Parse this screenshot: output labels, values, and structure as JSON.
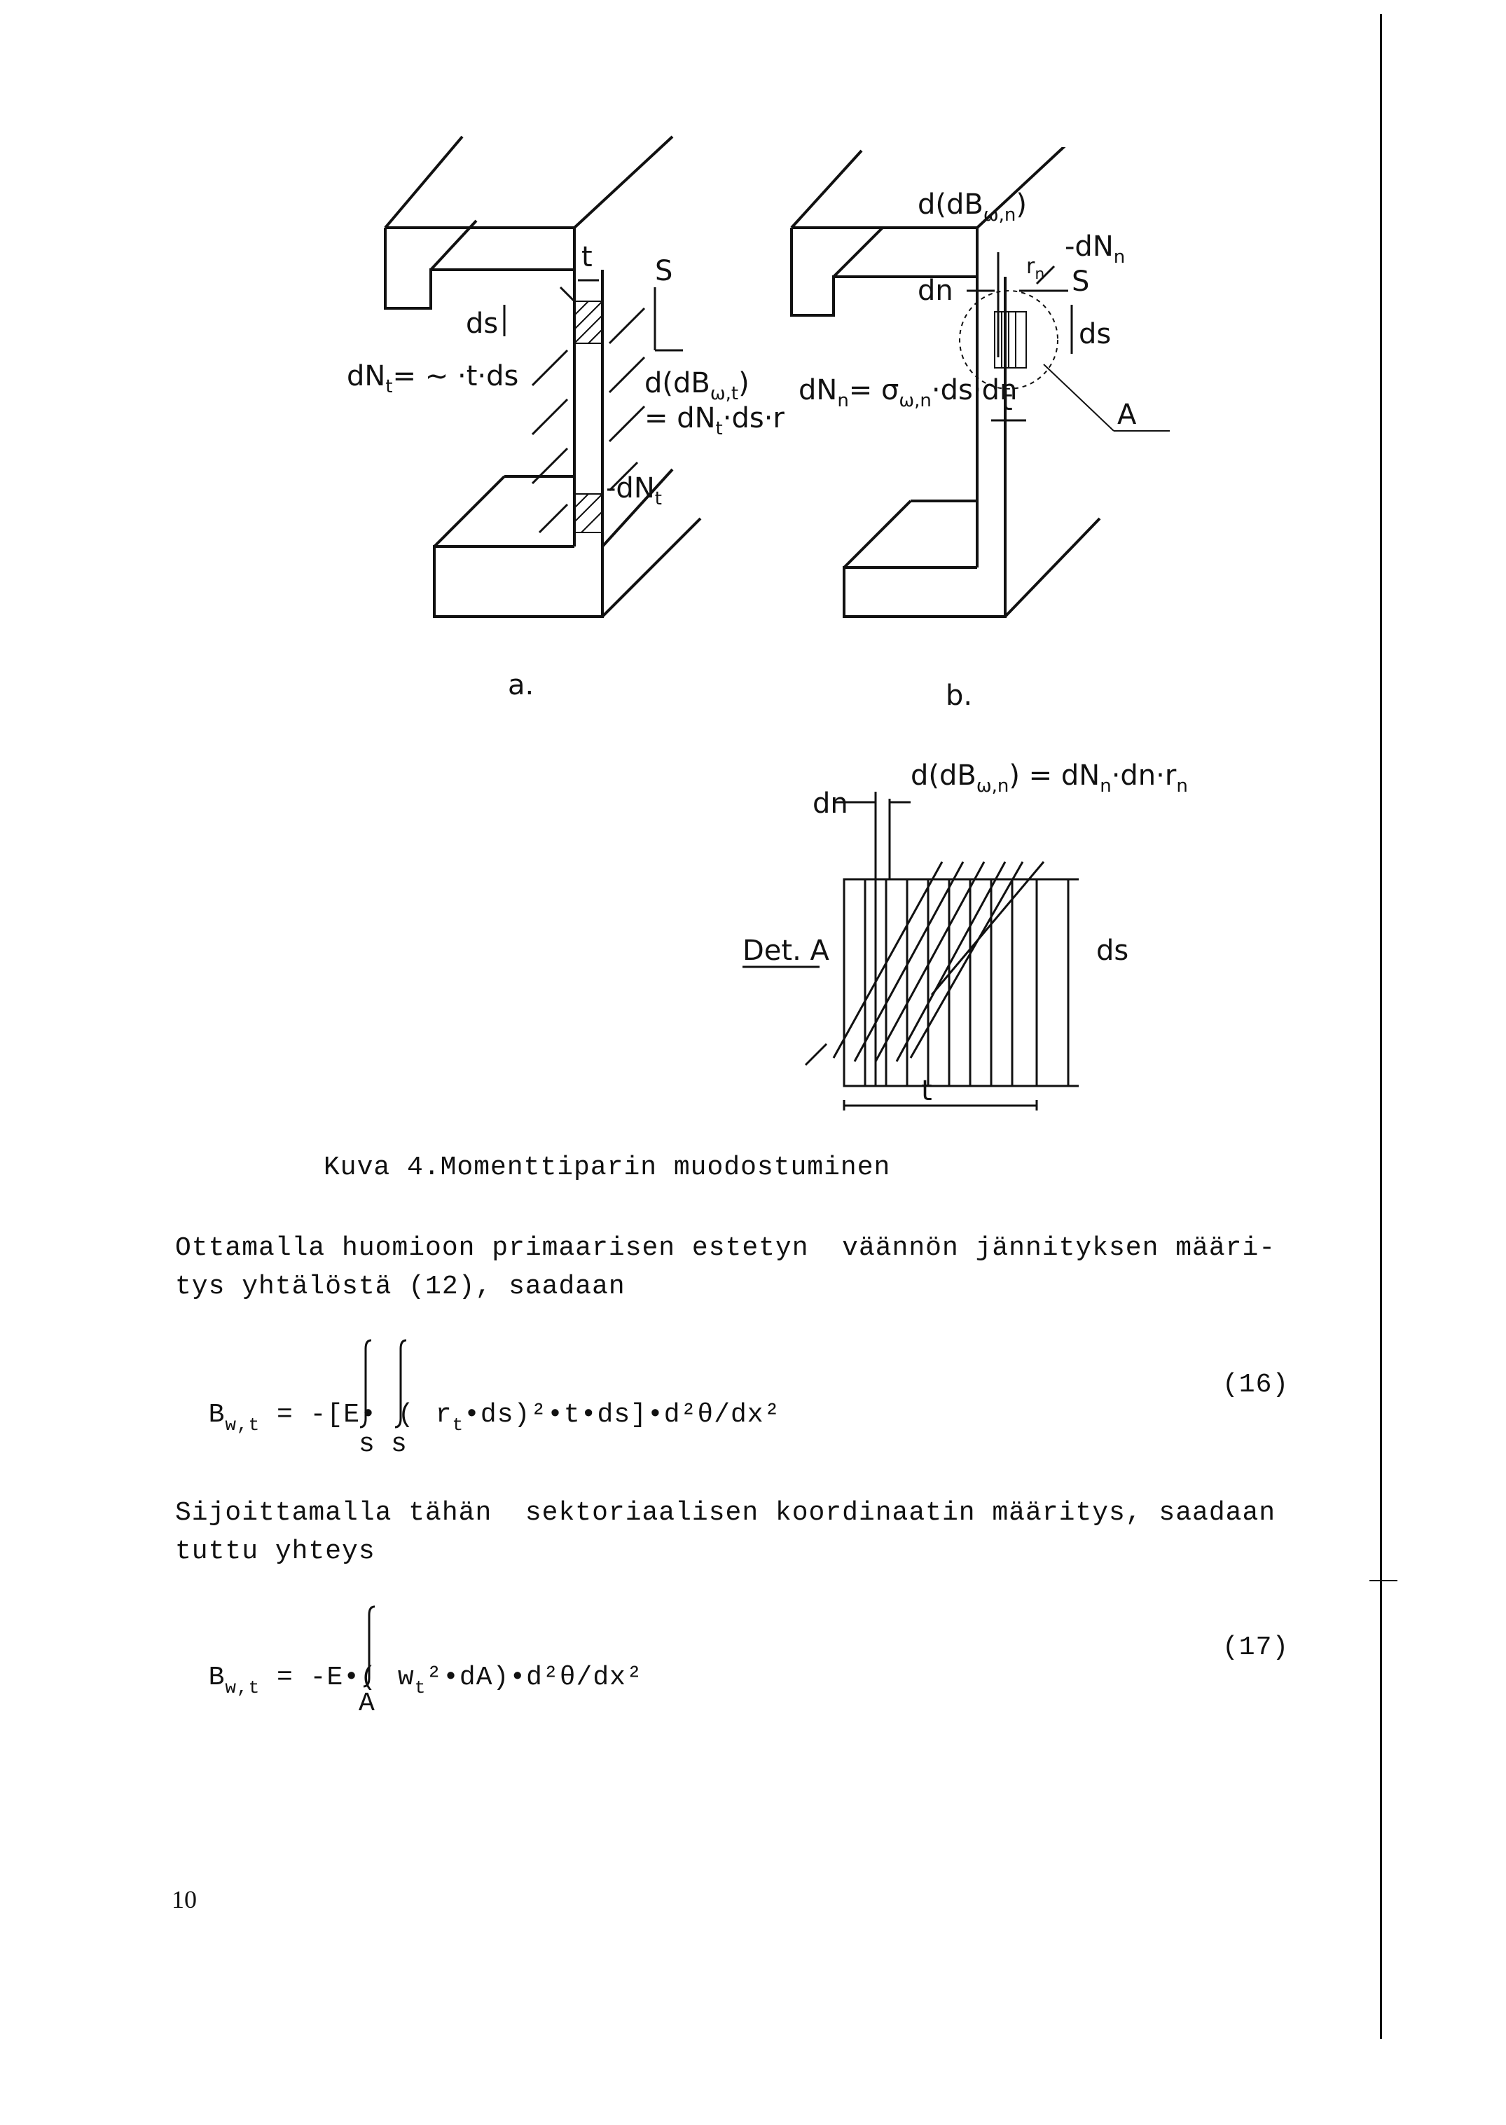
{
  "figures": {
    "a": {
      "caption": "a.",
      "labels": [
        "t",
        "S",
        "ds",
        "dN",
        "t",
        "= ~ ·t·ds",
        "d(dB",
        "ω,t",
        ")",
        "= dN",
        "t",
        "·ds·r",
        "t",
        "-dN",
        "t"
      ]
    },
    "b": {
      "caption": "b.",
      "labels": [
        "d(dB",
        "ω,n",
        ")",
        "-dN",
        "n",
        "r",
        "n",
        "S",
        "dn",
        "ds",
        "dN",
        "n",
        "= σ",
        "ω,n",
        "·ds·dn",
        "t",
        "A"
      ]
    },
    "detail": {
      "title": "Det. A",
      "labels": [
        "dn",
        "d(dB",
        "ω,n",
        ") = dN",
        "n",
        "·dn·r",
        "n",
        "ds",
        "t"
      ]
    }
  },
  "caption": "Kuva 4.Momenttiparin muodostuminen",
  "paragraph1": {
    "line1": "Ottamalla huomioon primaarisen estetyn  väännön jännityksen määri-",
    "line2": "tys yhtälöstä (12), saadaan"
  },
  "equation16": {
    "lhs": "B",
    "lhs_sub": "w,t",
    "eq": "= -[E•",
    "paren": "(",
    "r": "r",
    "r_sub": "t",
    "rest": "•ds)²•t•ds]•d²θ/dx²",
    "limit1": "s",
    "limit2": "s",
    "number": "(16)"
  },
  "paragraph2": {
    "line1": "Sijoittamalla tähän  sektoriaalisen koordinaatin määritys, saadaan",
    "line2": "tuttu yhteys"
  },
  "equation17": {
    "lhs": "B",
    "lhs_sub": "w,t",
    "eq": "= -E•(",
    "w": "w",
    "w_sub": "t",
    "rest": "²•dA)•d²θ/dx²",
    "limit": "A",
    "number": "(17)"
  },
  "page_number": "10"
}
